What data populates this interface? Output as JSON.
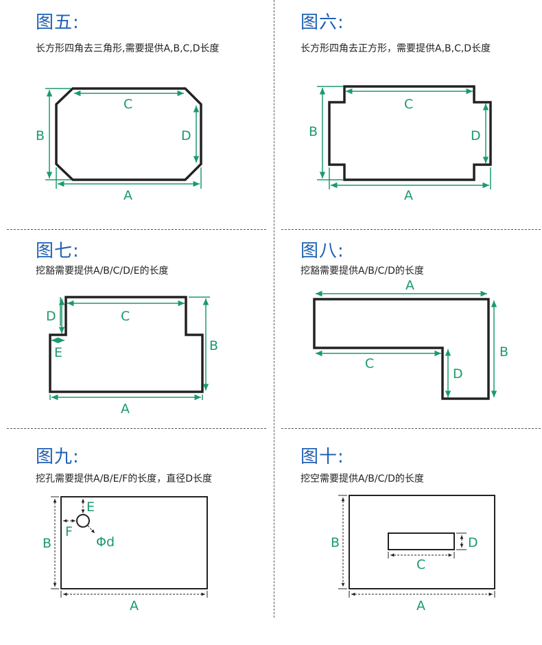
{
  "panels": [
    {
      "title": "图五:",
      "desc": "长方形四角去三角形,需要提供A,B,C,D长度",
      "labels": {
        "A": "A",
        "B": "B",
        "C": "C",
        "D": "D"
      }
    },
    {
      "title": "图六:",
      "desc": "长方形四角去正方形，需要提供A,B,C,D长度",
      "labels": {
        "A": "A",
        "B": "B",
        "C": "C",
        "D": "D"
      }
    },
    {
      "title": "图七:",
      "desc": "挖豁需要提供A/B/C/D/E的长度",
      "labels": {
        "A": "A",
        "B": "B",
        "C": "C",
        "D": "D",
        "E": "E"
      }
    },
    {
      "title": "图八:",
      "desc": "挖豁需要提供A/B/C/D的长度",
      "labels": {
        "A": "A",
        "B": "B",
        "C": "C",
        "D": "D"
      }
    },
    {
      "title": "图九:",
      "desc": "挖孔需要提供A/B/E/F的长度，直径D长度",
      "labels": {
        "A": "A",
        "B": "B",
        "E": "E",
        "F": "F",
        "d": "Φd"
      }
    },
    {
      "title": "图十:",
      "desc": "挖空需要提供A/B/C/D的长度",
      "labels": {
        "A": "A",
        "B": "B",
        "C": "C",
        "D": "D"
      }
    }
  ],
  "colors": {
    "title": "#1f5fb4",
    "dimension": "#1a9a6a",
    "shape": "#222222"
  }
}
